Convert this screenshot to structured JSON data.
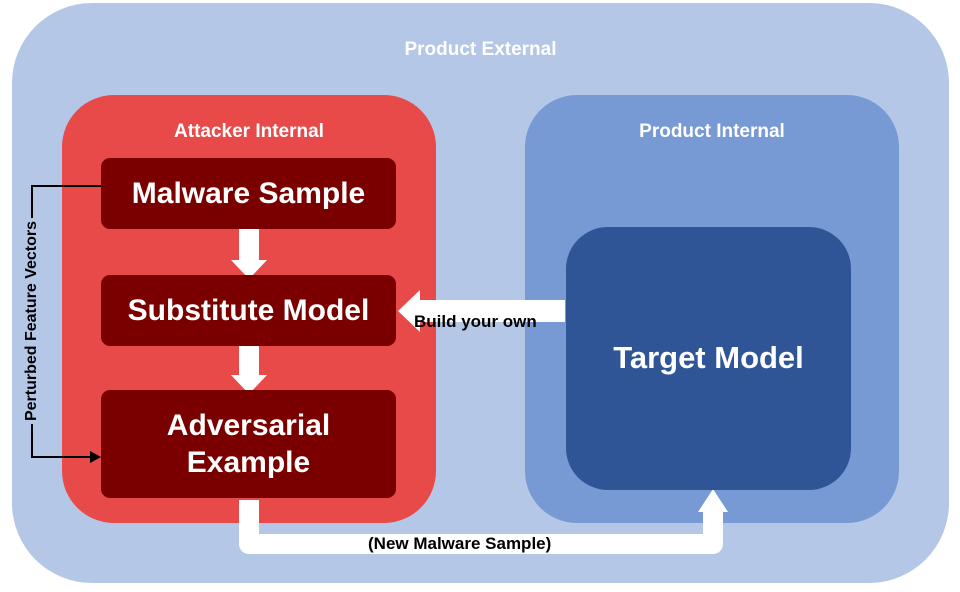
{
  "zones": {
    "product_external": "Product External",
    "attacker_internal": "Attacker Internal",
    "product_internal": "Product Internal"
  },
  "nodes": {
    "malware_sample": "Malware Sample",
    "substitute_model": "Substitute Model",
    "adversarial_example": "Adversarial Example",
    "target_model": "Target Model"
  },
  "edges": {
    "build_your_own": "Build your own",
    "new_malware_sample": "(New Malware Sample)",
    "perturbed_feature_vectors": "Perturbed Feature Vectors"
  },
  "colors": {
    "product_external": "#b4c7e7",
    "attacker_internal": "#e84a4a",
    "product_internal": "#7799d4",
    "attacker_node": "#7a0000",
    "target_node": "#2f5597",
    "arrow": "#ffffff",
    "feedback_line": "#000000"
  }
}
